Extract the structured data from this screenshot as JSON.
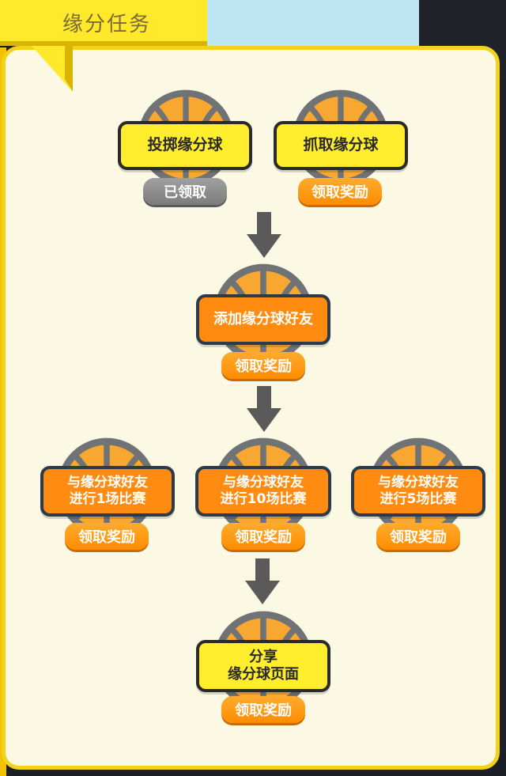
{
  "header": {
    "title": "缘分任务"
  },
  "colors": {
    "panel_bg": "#fbf8e4",
    "panel_border": "#f3d21c",
    "task_yellow": "#ffed2e",
    "task_orange": "#ff8c10",
    "reward_orange": "#ff9a16",
    "claimed_gray": "#8c8c8c",
    "arrow_gray": "#5a5a5a"
  },
  "tasks": {
    "throw": {
      "lines": [
        "投掷缘分球"
      ],
      "status": "已领取",
      "state": "claimed"
    },
    "catch": {
      "lines": [
        "抓取缘分球"
      ],
      "status": "领取奖励",
      "state": "available"
    },
    "add_friend": {
      "lines": [
        "添加缘分球好友"
      ],
      "status": "领取奖励",
      "state": "available"
    },
    "match_1": {
      "lines": [
        "与缘分球好友",
        "进行1场比赛"
      ],
      "status": "领取奖励",
      "state": "available"
    },
    "match_10": {
      "lines": [
        "与缘分球好友",
        "进行10场比赛"
      ],
      "status": "领取奖励",
      "state": "available"
    },
    "match_5": {
      "lines": [
        "与缘分球好友",
        "进行5场比赛"
      ],
      "status": "领取奖励",
      "state": "available"
    },
    "share": {
      "lines": [
        "分享",
        "缘分球页面"
      ],
      "status": "领取奖励",
      "state": "available"
    }
  }
}
